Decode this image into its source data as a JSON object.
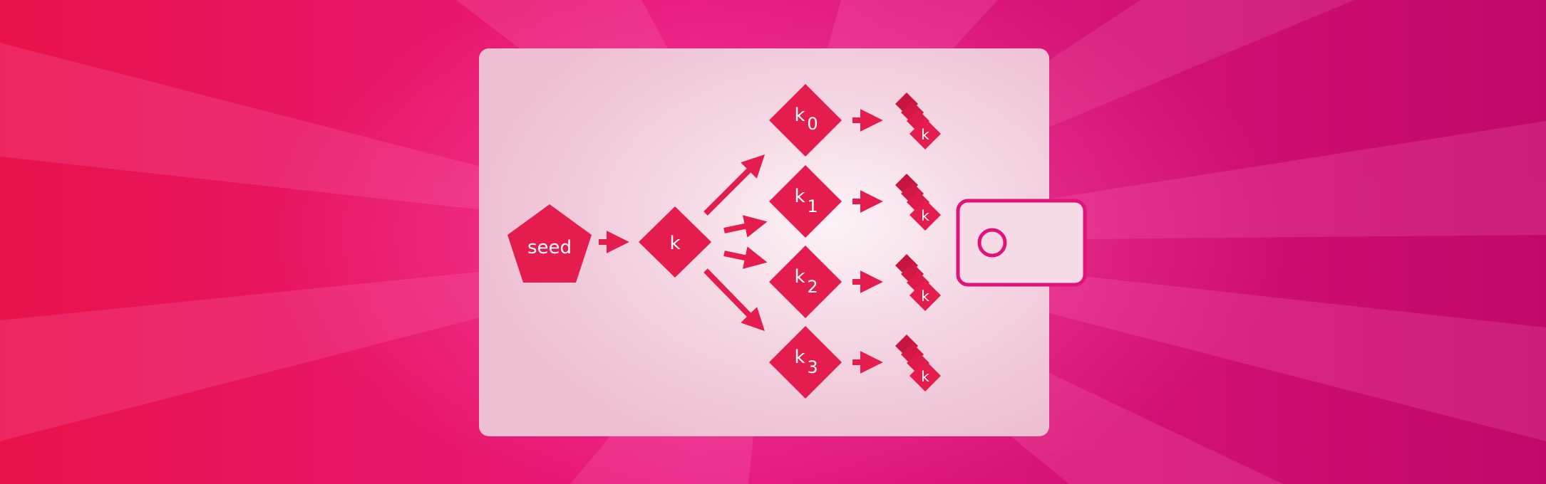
{
  "colors": {
    "bg_left": "#e8124a",
    "bg_mid": "#e81a80",
    "bg_right": "#c10868",
    "wallet_fill": "#f4d8e4",
    "wallet_center": "#fbf0f5",
    "node": "#e51d4e",
    "node_dark": "#c8153f",
    "arrow": "#e51d4e",
    "clasp_stroke": "#e2127a"
  },
  "nodes": {
    "seed": "seed",
    "master": "k",
    "children": [
      {
        "base": "k",
        "sub": "0"
      },
      {
        "base": "k",
        "sub": "1"
      },
      {
        "base": "k",
        "sub": "2"
      },
      {
        "base": "k",
        "sub": "3"
      }
    ],
    "stack_label": "k"
  },
  "icons": {
    "seed": "pentagon-shape",
    "key": "diamond-shape",
    "key_stack": "stacked-diamonds-icon",
    "wallet": "wallet-icon",
    "clasp": "circle-button-icon"
  }
}
